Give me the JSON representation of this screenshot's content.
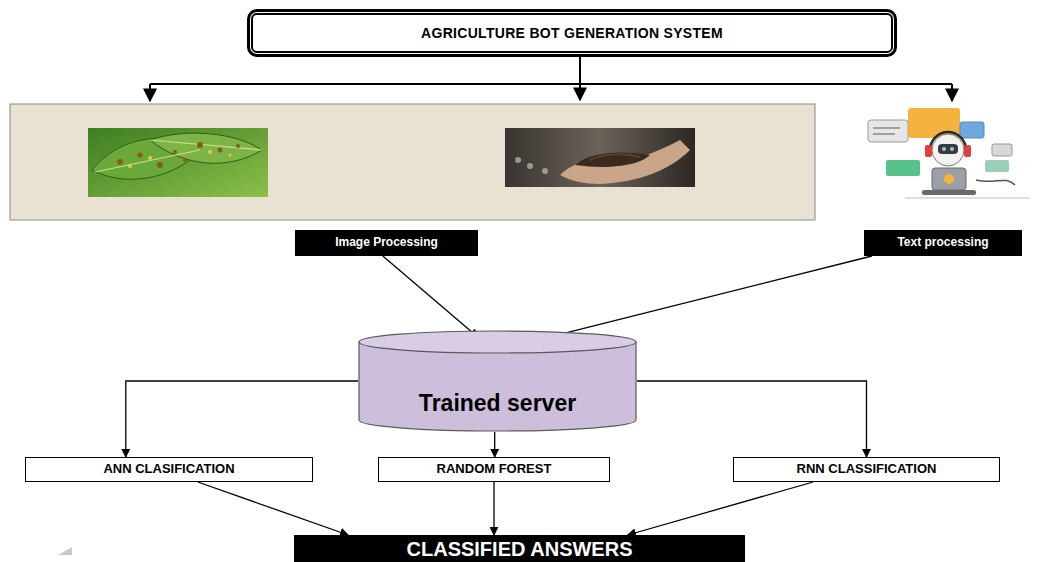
{
  "diagram": {
    "nodes": [
      {
        "text": [
          "AGRICULTURE BOT GENERATION SYSTEM"
        ]
      },
      {
        "text": [
          "Image Processing"
        ]
      },
      {
        "text": [
          "Text processing"
        ]
      },
      {
        "text": [
          "Trained server"
        ]
      },
      {
        "text": [
          "ANN CLASIFICATION"
        ]
      },
      {
        "text": [
          "RANDOM FOREST"
        ]
      },
      {
        "text": [
          "RNN CLASSIFICATION"
        ]
      },
      {
        "text": [
          "CLASSIFIED ANSWERS"
        ]
      }
    ],
    "edges": [
      {
        "from": 1,
        "to": 3,
        "arrow": "to"
      },
      {
        "from": 2,
        "to": 3,
        "arrow": "to"
      },
      {
        "from": 3,
        "to": 4,
        "arrow": "to"
      },
      {
        "from": 3,
        "to": 5,
        "arrow": "to"
      },
      {
        "from": 3,
        "to": 6,
        "arrow": "to"
      },
      {
        "from": 4,
        "to": 7,
        "arrow": "to"
      },
      {
        "from": 5,
        "to": 7,
        "arrow": "to"
      },
      {
        "from": 6,
        "to": 7,
        "arrow": "to"
      }
    ]
  }
}
